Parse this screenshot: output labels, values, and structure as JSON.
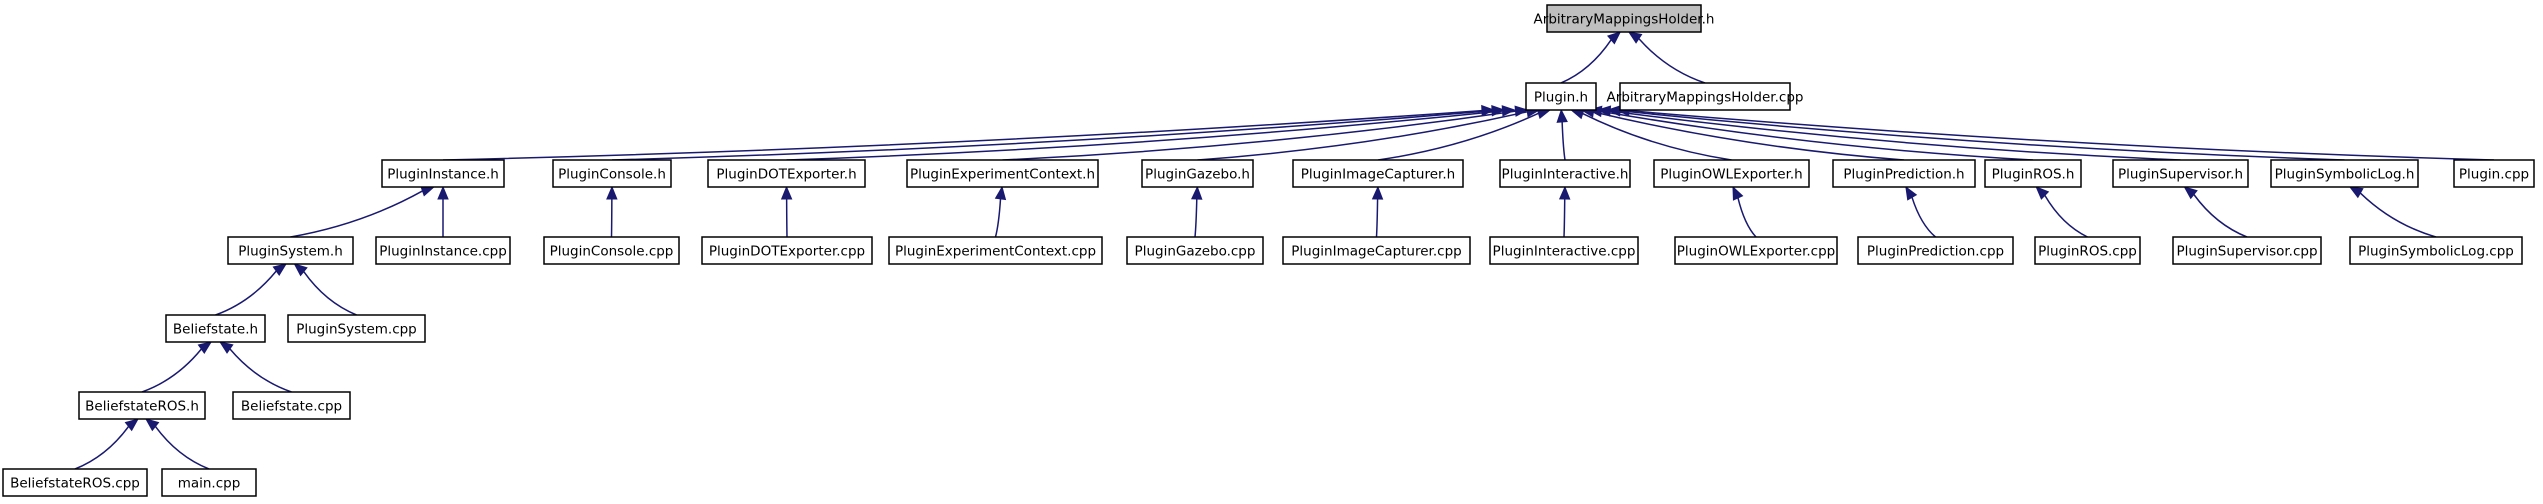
{
  "graph": {
    "root": "ArbitraryMappingsHolder.h",
    "edge_color": "#191970",
    "root_fill": "#bfbfbf",
    "nodes": [
      {
        "id": "amh_h",
        "label": "ArbitraryMappingsHolder.h",
        "root": true
      },
      {
        "id": "plugin_h",
        "label": "Plugin.h"
      },
      {
        "id": "amh_cpp",
        "label": "ArbitraryMappingsHolder.cpp"
      },
      {
        "id": "pinst_h",
        "label": "PluginInstance.h"
      },
      {
        "id": "pcons_h",
        "label": "PluginConsole.h"
      },
      {
        "id": "pdot_h",
        "label": "PluginDOTExporter.h"
      },
      {
        "id": "pexp_h",
        "label": "PluginExperimentContext.h"
      },
      {
        "id": "pgaz_h",
        "label": "PluginGazebo.h"
      },
      {
        "id": "pimg_h",
        "label": "PluginImageCapturer.h"
      },
      {
        "id": "pint_h",
        "label": "PluginInteractive.h"
      },
      {
        "id": "powl_h",
        "label": "PluginOWLExporter.h"
      },
      {
        "id": "ppred_h",
        "label": "PluginPrediction.h"
      },
      {
        "id": "pros_h",
        "label": "PluginROS.h"
      },
      {
        "id": "psup_h",
        "label": "PluginSupervisor.h"
      },
      {
        "id": "psym_h",
        "label": "PluginSymbolicLog.h"
      },
      {
        "id": "plugin_cpp",
        "label": "Plugin.cpp"
      },
      {
        "id": "psys_h",
        "label": "PluginSystem.h"
      },
      {
        "id": "pinst_cpp",
        "label": "PluginInstance.cpp"
      },
      {
        "id": "pcons_cpp",
        "label": "PluginConsole.cpp"
      },
      {
        "id": "pdot_cpp",
        "label": "PluginDOTExporter.cpp"
      },
      {
        "id": "pexp_cpp",
        "label": "PluginExperimentContext.cpp"
      },
      {
        "id": "pgaz_cpp",
        "label": "PluginGazebo.cpp"
      },
      {
        "id": "pimg_cpp",
        "label": "PluginImageCapturer.cpp"
      },
      {
        "id": "pint_cpp",
        "label": "PluginInteractive.cpp"
      },
      {
        "id": "powl_cpp",
        "label": "PluginOWLExporter.cpp"
      },
      {
        "id": "ppred_cpp",
        "label": "PluginPrediction.cpp"
      },
      {
        "id": "pros_cpp",
        "label": "PluginROS.cpp"
      },
      {
        "id": "psup_cpp",
        "label": "PluginSupervisor.cpp"
      },
      {
        "id": "psym_cpp",
        "label": "PluginSymbolicLog.cpp"
      },
      {
        "id": "bs_h",
        "label": "Beliefstate.h"
      },
      {
        "id": "psys_cpp",
        "label": "PluginSystem.cpp"
      },
      {
        "id": "bsros_h",
        "label": "BeliefstateROS.h"
      },
      {
        "id": "bs_cpp",
        "label": "Beliefstate.cpp"
      },
      {
        "id": "bsros_cpp",
        "label": "BeliefstateROS.cpp"
      },
      {
        "id": "main_cpp",
        "label": "main.cpp"
      }
    ],
    "edges": [
      {
        "from": "plugin_h",
        "to": "amh_h"
      },
      {
        "from": "amh_cpp",
        "to": "amh_h"
      },
      {
        "from": "pinst_h",
        "to": "plugin_h"
      },
      {
        "from": "pcons_h",
        "to": "plugin_h"
      },
      {
        "from": "pdot_h",
        "to": "plugin_h"
      },
      {
        "from": "pexp_h",
        "to": "plugin_h"
      },
      {
        "from": "pgaz_h",
        "to": "plugin_h"
      },
      {
        "from": "pimg_h",
        "to": "plugin_h"
      },
      {
        "from": "pint_h",
        "to": "plugin_h"
      },
      {
        "from": "powl_h",
        "to": "plugin_h"
      },
      {
        "from": "ppred_h",
        "to": "plugin_h"
      },
      {
        "from": "pros_h",
        "to": "plugin_h"
      },
      {
        "from": "psup_h",
        "to": "plugin_h"
      },
      {
        "from": "psym_h",
        "to": "plugin_h"
      },
      {
        "from": "plugin_cpp",
        "to": "plugin_h"
      },
      {
        "from": "psys_h",
        "to": "pinst_h"
      },
      {
        "from": "pinst_cpp",
        "to": "pinst_h"
      },
      {
        "from": "pcons_cpp",
        "to": "pcons_h"
      },
      {
        "from": "pdot_cpp",
        "to": "pdot_h"
      },
      {
        "from": "pexp_cpp",
        "to": "pexp_h"
      },
      {
        "from": "pgaz_cpp",
        "to": "pgaz_h"
      },
      {
        "from": "pimg_cpp",
        "to": "pimg_h"
      },
      {
        "from": "pint_cpp",
        "to": "pint_h"
      },
      {
        "from": "powl_cpp",
        "to": "powl_h"
      },
      {
        "from": "ppred_cpp",
        "to": "ppred_h"
      },
      {
        "from": "pros_cpp",
        "to": "pros_h"
      },
      {
        "from": "psup_cpp",
        "to": "psup_h"
      },
      {
        "from": "psym_cpp",
        "to": "psym_h"
      },
      {
        "from": "bs_h",
        "to": "psys_h"
      },
      {
        "from": "psys_cpp",
        "to": "psys_h"
      },
      {
        "from": "bsros_h",
        "to": "bs_h"
      },
      {
        "from": "bs_cpp",
        "to": "bs_h"
      },
      {
        "from": "bsros_cpp",
        "to": "bsros_h"
      },
      {
        "from": "main_cpp",
        "to": "bsros_h"
      }
    ]
  }
}
